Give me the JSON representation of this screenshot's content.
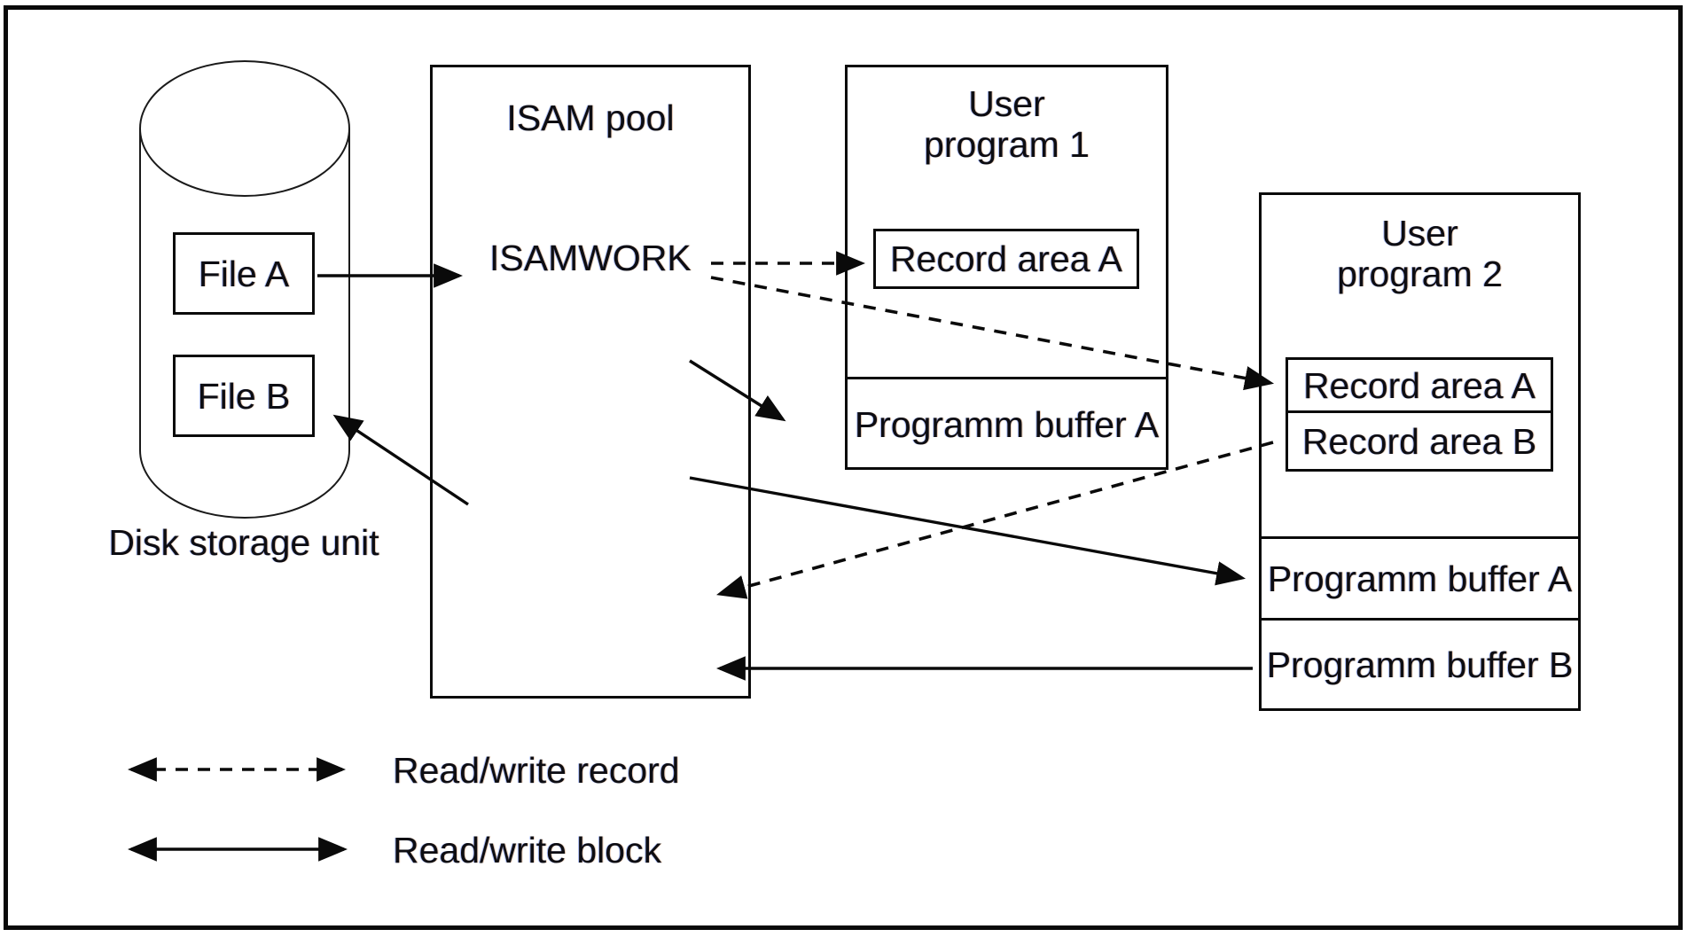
{
  "figure": {
    "background": "#ffffff",
    "ink": "#0a0a0a",
    "text_ink": "#0d0d12"
  },
  "disk": {
    "label": "Disk storage unit",
    "file_a": "File A",
    "file_b": "File B"
  },
  "pool": {
    "title": "ISAM pool",
    "isamwork": "ISAMWORK"
  },
  "program1": {
    "title": [
      "User",
      "program 1"
    ],
    "record_area_a": "Record area A",
    "buffer_a": "Programm buffer A"
  },
  "program2": {
    "title": [
      "User",
      "program 2"
    ],
    "record_area_a": "Record area A",
    "record_area_b": "Record area B",
    "buffer_a": "Programm buffer A",
    "buffer_b": "Programm buffer B"
  },
  "legend": {
    "record": "Read/write record",
    "block": "Read/write block"
  }
}
